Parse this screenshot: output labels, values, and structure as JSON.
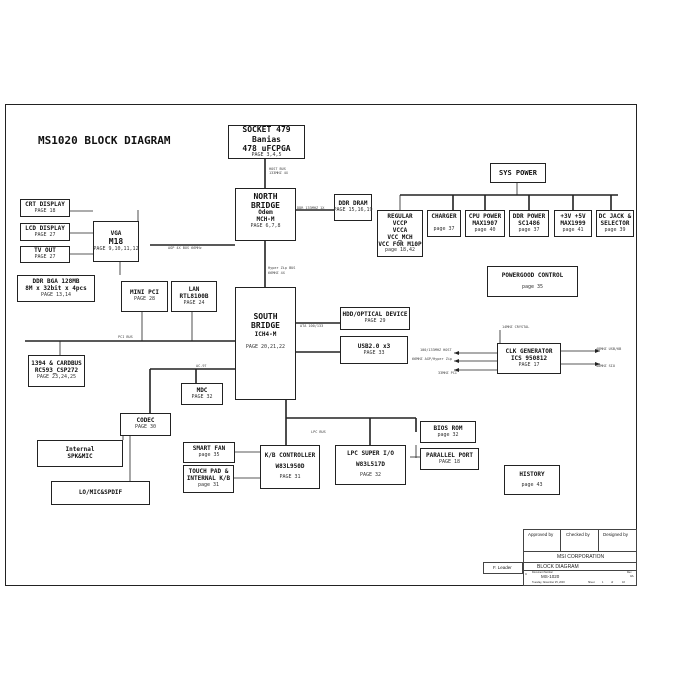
{
  "diagram": {
    "title": "MS1020 BLOCK DIAGRAM",
    "blocks": {
      "socket": {
        "lines": [
          "SOCKET 479",
          "Banias",
          "478 uFCPGA"
        ],
        "page": "PAGE 3,4,5"
      },
      "north_bridge": {
        "lines": [
          "NORTH",
          "BRIDGE",
          "Odem",
          "MCH-M"
        ],
        "page": "PAGE 6,7,8"
      },
      "ddr_dram": {
        "lines": [
          "DDR DRAM"
        ],
        "page": "PAGE 15,16,19"
      },
      "crt": {
        "lines": [
          "CRT DISPLAY"
        ],
        "page": "PAGE 18"
      },
      "lcd": {
        "lines": [
          "LCD DISPLAY"
        ],
        "page": "PAGE 27"
      },
      "tv": {
        "lines": [
          "TV OUT"
        ],
        "page": "PAGE 27"
      },
      "vga": {
        "lines": [
          "VGA",
          "M18"
        ],
        "page": "PAGE 9,10,11,12"
      },
      "ddr_bga": {
        "lines": [
          "DDR BGA 128MB",
          "8M x 32bit x 4pcs"
        ],
        "page": "PAGE 13,14"
      },
      "mini_pci": {
        "lines": [
          "MINI PCI"
        ],
        "page": "PAGE 28"
      },
      "lan": {
        "lines": [
          "LAN",
          "RTL8100B"
        ],
        "page": "PAGE 24"
      },
      "south_bridge": {
        "lines": [
          "SOUTH",
          "BRIDGE",
          "ICH4-M"
        ],
        "page": "PAGE 20,21,22"
      },
      "hdd": {
        "lines": [
          "HDD/OPTICAL DEVICE"
        ],
        "page": "PAGE 29"
      },
      "usb": {
        "lines": [
          "USB2.0 x3"
        ],
        "page": "PAGE 33"
      },
      "cardbus": {
        "lines": [
          "1394 & CARDBUS",
          "RC593_CSP272"
        ],
        "page": "PAGE 23,24,25"
      },
      "mdc": {
        "lines": [
          "MDC"
        ],
        "page": "PAGE 32"
      },
      "codec": {
        "lines": [
          "CODEC"
        ],
        "page": "PAGE 30"
      },
      "internal_spk": {
        "lines": [
          "Internal",
          "SPK&MIC"
        ],
        "page": ""
      },
      "lo_mic": {
        "lines": [
          "LO/MIC&SPDIF"
        ],
        "page": ""
      },
      "smart_fan": {
        "lines": [
          "SMART FAN"
        ],
        "page": "page 35"
      },
      "touch_pad": {
        "lines": [
          "TOUCH PAD &",
          "INTERNAL K/B"
        ],
        "page": "page 31"
      },
      "kb_ctrl": {
        "lines": [
          "K/B CONTROLLER",
          "W83L950D"
        ],
        "page": "PAGE 31"
      },
      "lpc": {
        "lines": [
          "LPC SUPER I/O",
          "W83L517D"
        ],
        "page": "PAGE 32"
      },
      "bios": {
        "lines": [
          "BIOS ROM"
        ],
        "page": "page 32"
      },
      "parallel": {
        "lines": [
          "PARALLEL PORT"
        ],
        "page": "PAGE 18"
      },
      "sys_power": {
        "lines": [
          "SYS POWER"
        ],
        "page": ""
      },
      "regular": {
        "lines": [
          "REGULAR",
          "VCCP",
          "VCCA",
          "VCC_MCH",
          "VCC FOR M10P"
        ],
        "page": "page 18,42"
      },
      "charger": {
        "lines": [
          "CHARGER"
        ],
        "page": "page 37"
      },
      "cpu_power": {
        "lines": [
          "CPU POWER",
          "MAX1907"
        ],
        "page": "page 40"
      },
      "ddr_power": {
        "lines": [
          "DDR POWER",
          "SC1486"
        ],
        "page": "page 37"
      },
      "v3v5": {
        "lines": [
          "+3V +5V",
          "MAX1999"
        ],
        "page": "page 41"
      },
      "dc_jack": {
        "lines": [
          "DC JACK &",
          "SELECTOR"
        ],
        "page": "page 39"
      },
      "powergood": {
        "lines": [
          "POWERGOOD CONTROL"
        ],
        "page": "page 35"
      },
      "clk_gen": {
        "lines": [
          "CLK GENERATOR",
          "ICS 950812"
        ],
        "page": "PAGE 17"
      },
      "history": {
        "lines": [
          "HISTORY"
        ],
        "page": "page 43"
      }
    },
    "bus_labels": {
      "host_bus": "HOST BUS",
      "host_clock": "133MHZ  4X",
      "ddr_bus": "DDR 133MHZ  1X",
      "agp": "AGP 4X BUS 66MHz",
      "hub": "Hyper Zip BUS",
      "hub_clock": "66MHZ  4X",
      "pci": "PCI BUS",
      "ata": "ATA 100/133",
      "ac97": "AC-97",
      "lpc": "LPC BUS",
      "crystal": "14MHZ CRYSTAL",
      "clk_host": "100/133MHZ  HOST",
      "clk_agp": "66MHZ  AGP/Hyper Zip",
      "clk_pci": "33MHZ  PCI",
      "clk_usb": "48MHZ  USB/KB",
      "clk_sio": "48MHZ  SIO"
    }
  },
  "title_block": {
    "approved_by": "Approved by",
    "checked_by": "Checked by",
    "designed_by": "Designed by",
    "company": "MSI CORPORATION",
    "sheet_title": "BLOCK DIAGRAM",
    "designer": "F. Leader",
    "doc_number_label": "Document Number",
    "doc_number": "MS-1020",
    "size": "C",
    "rev_label": "Rev",
    "rev": "0A",
    "date": "Tuesday, November 25, 2003",
    "sheet_label": "Sheet",
    "sheet": "1",
    "of_label": "of",
    "of": "43"
  }
}
